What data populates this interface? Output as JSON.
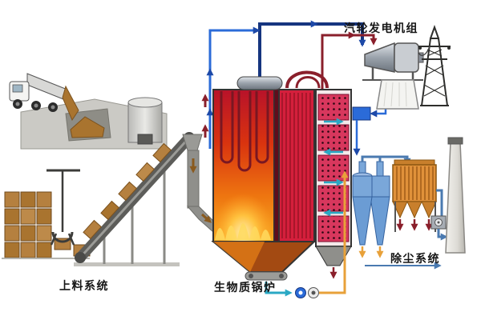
{
  "diagram": {
    "labels": {
      "feeding_system": "上料系统",
      "biomass_boiler": "生物质锅炉",
      "turbine_generator": "汽轮发电机组",
      "dust_removal": "除尘系统"
    }
  },
  "colors": {
    "furnace_flame": "#f7ab22",
    "heat_exchanger": "#d8375d",
    "steam_pipe": "#16357f",
    "hot_gas_pipe": "#8a1f2b",
    "flue_pipe": "#2aa8c4",
    "ash_pipe": "#e8a13a",
    "cyclone": "#7aa7d9",
    "baghouse": "#e0913a",
    "biomass": "#b5803f"
  }
}
